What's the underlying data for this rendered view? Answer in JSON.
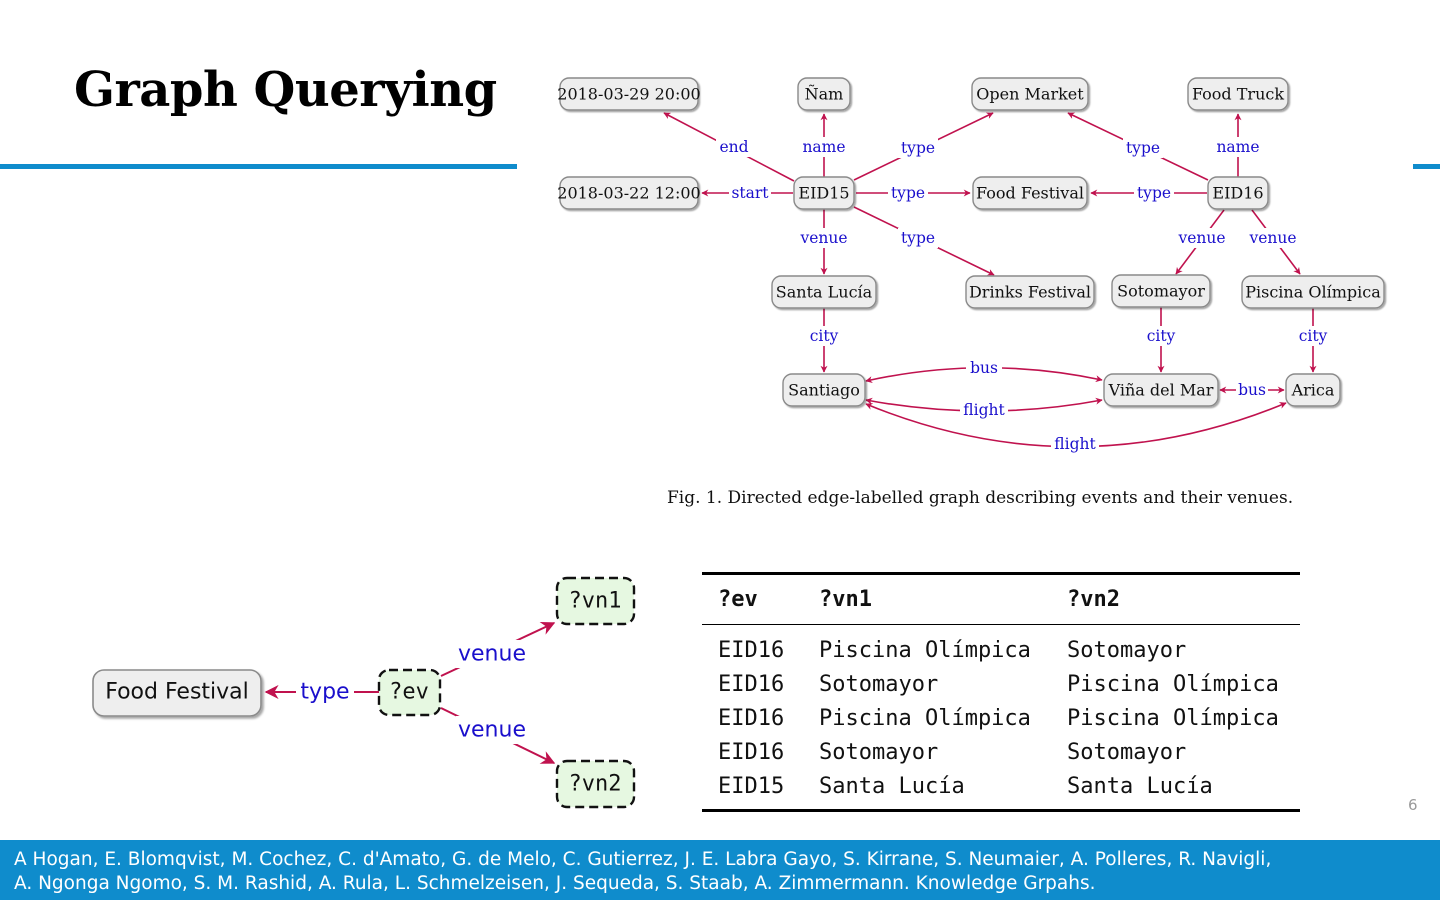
{
  "slide": {
    "title": "Graph Querying",
    "page_number": "6"
  },
  "figure1": {
    "caption": "Fig. 1.  Directed edge-labelled graph describing events and their venues.",
    "nodes": {
      "date_end": "2018-03-29 20:00",
      "nam": "Ñam",
      "open_market": "Open Market",
      "food_truck": "Food Truck",
      "date_start": "2018-03-22 12:00",
      "eid15": "EID15",
      "food_festival": "Food Festival",
      "eid16": "EID16",
      "santa_lucia": "Santa Lucía",
      "drinks_festival": "Drinks Festival",
      "sotomayor": "Sotomayor",
      "piscina_olimpica": "Piscina Olímpica",
      "santiago": "Santiago",
      "vina_del_mar": "Viña del Mar",
      "arica": "Arica"
    },
    "edge_labels": {
      "end": "end",
      "name15": "name",
      "type_open_market_15": "type",
      "type_open_market_16": "type",
      "name16": "name",
      "start": "start",
      "type_food_festival_15": "type",
      "type_food_festival_16": "type",
      "venue15": "venue",
      "type_drinks": "type",
      "venue16_soto": "venue",
      "venue16_pisc": "venue",
      "city_santa": "city",
      "city_soto": "city",
      "city_pisc": "city",
      "bus_santiago_vina": "bus",
      "flight_santiago_vina": "flight",
      "bus_vina_arica": "bus",
      "flight_santiago_arica": "flight"
    }
  },
  "query": {
    "const_node": "Food Festival",
    "ev": "?ev",
    "vn1": "?vn1",
    "vn2": "?vn2",
    "type_label": "type",
    "venue_label_1": "venue",
    "venue_label_2": "venue"
  },
  "results": {
    "headers": [
      "?ev",
      "?vn1",
      "?vn2"
    ],
    "rows": [
      [
        "EID16",
        "Piscina Olímpica",
        "Sotomayor"
      ],
      [
        "EID16",
        "Sotomayor",
        "Piscina Olímpica"
      ],
      [
        "EID16",
        "Piscina Olímpica",
        "Piscina Olímpica"
      ],
      [
        "EID16",
        "Sotomayor",
        "Sotomayor"
      ],
      [
        "EID15",
        "Santa Lucía",
        "Santa Lucía"
      ]
    ]
  },
  "footer": {
    "line1": "A Hogan, E. Blomqvist, M. Cochez, C. d'Amato, G. de Melo, C. Gutierrez, J. E. Labra Gayo, S. Kirrane, S. Neumaier, A. Polleres, R. Navigli,",
    "line2": "A. Ngonga Ngomo, S. M. Rashid, A. Rula, L. Schmelzeisen, J. Sequeda, S. Staab, A. Zimmermann. Knowledge Grpahs."
  },
  "colors": {
    "accent": "#0f8ccc",
    "edge": "#c0124e",
    "edge_label": "#1a0fcc",
    "node_fill": "#eeeeee",
    "query_fill": "#e6f8e1"
  }
}
